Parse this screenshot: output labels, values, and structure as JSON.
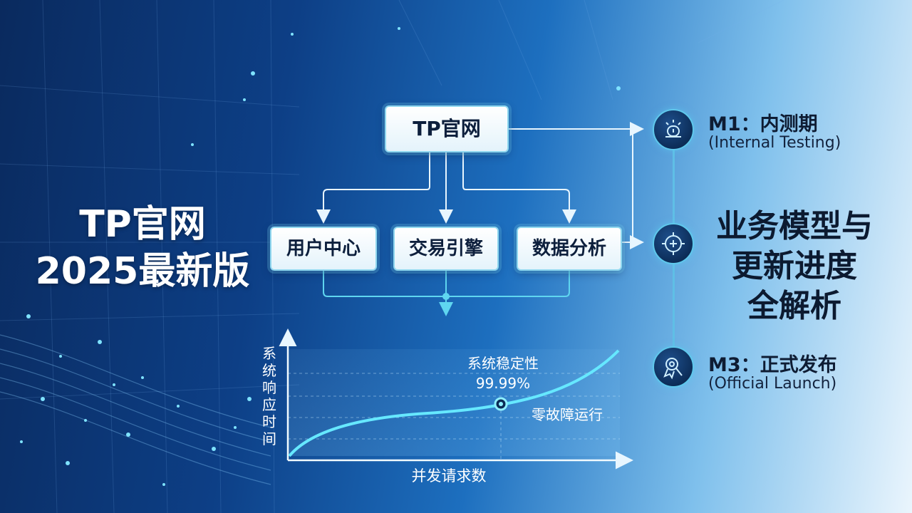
{
  "headline": {
    "line1": "TP官网",
    "line2": "2025最新版"
  },
  "flow": {
    "root": "TP官网",
    "modules": [
      "用户中心",
      "交易引擎",
      "数据分析"
    ]
  },
  "chart": {
    "ylabel": "系统响应时间",
    "xlabel": "并发请求数",
    "annotation_title": "系统稳定性",
    "annotation_value": "99.99%",
    "annotation_note": "零故障运行"
  },
  "milestones": [
    {
      "title": "M1：内测期",
      "subtitle": "(Internal Testing)",
      "icon": "alert-siren-icon"
    },
    {
      "title": "",
      "subtitle": "",
      "icon": "crosshair-plus-icon"
    },
    {
      "title": "M3：正式发布",
      "subtitle": "(Official Launch)",
      "icon": "launch-badge-icon"
    }
  ],
  "right_title": {
    "line1": "业务模型与",
    "line2": "更新进度",
    "line3": "全解析"
  },
  "colors": {
    "accent": "#5fd6f0",
    "dark": "#0c1a30",
    "node_border": "#8fd7ef"
  }
}
